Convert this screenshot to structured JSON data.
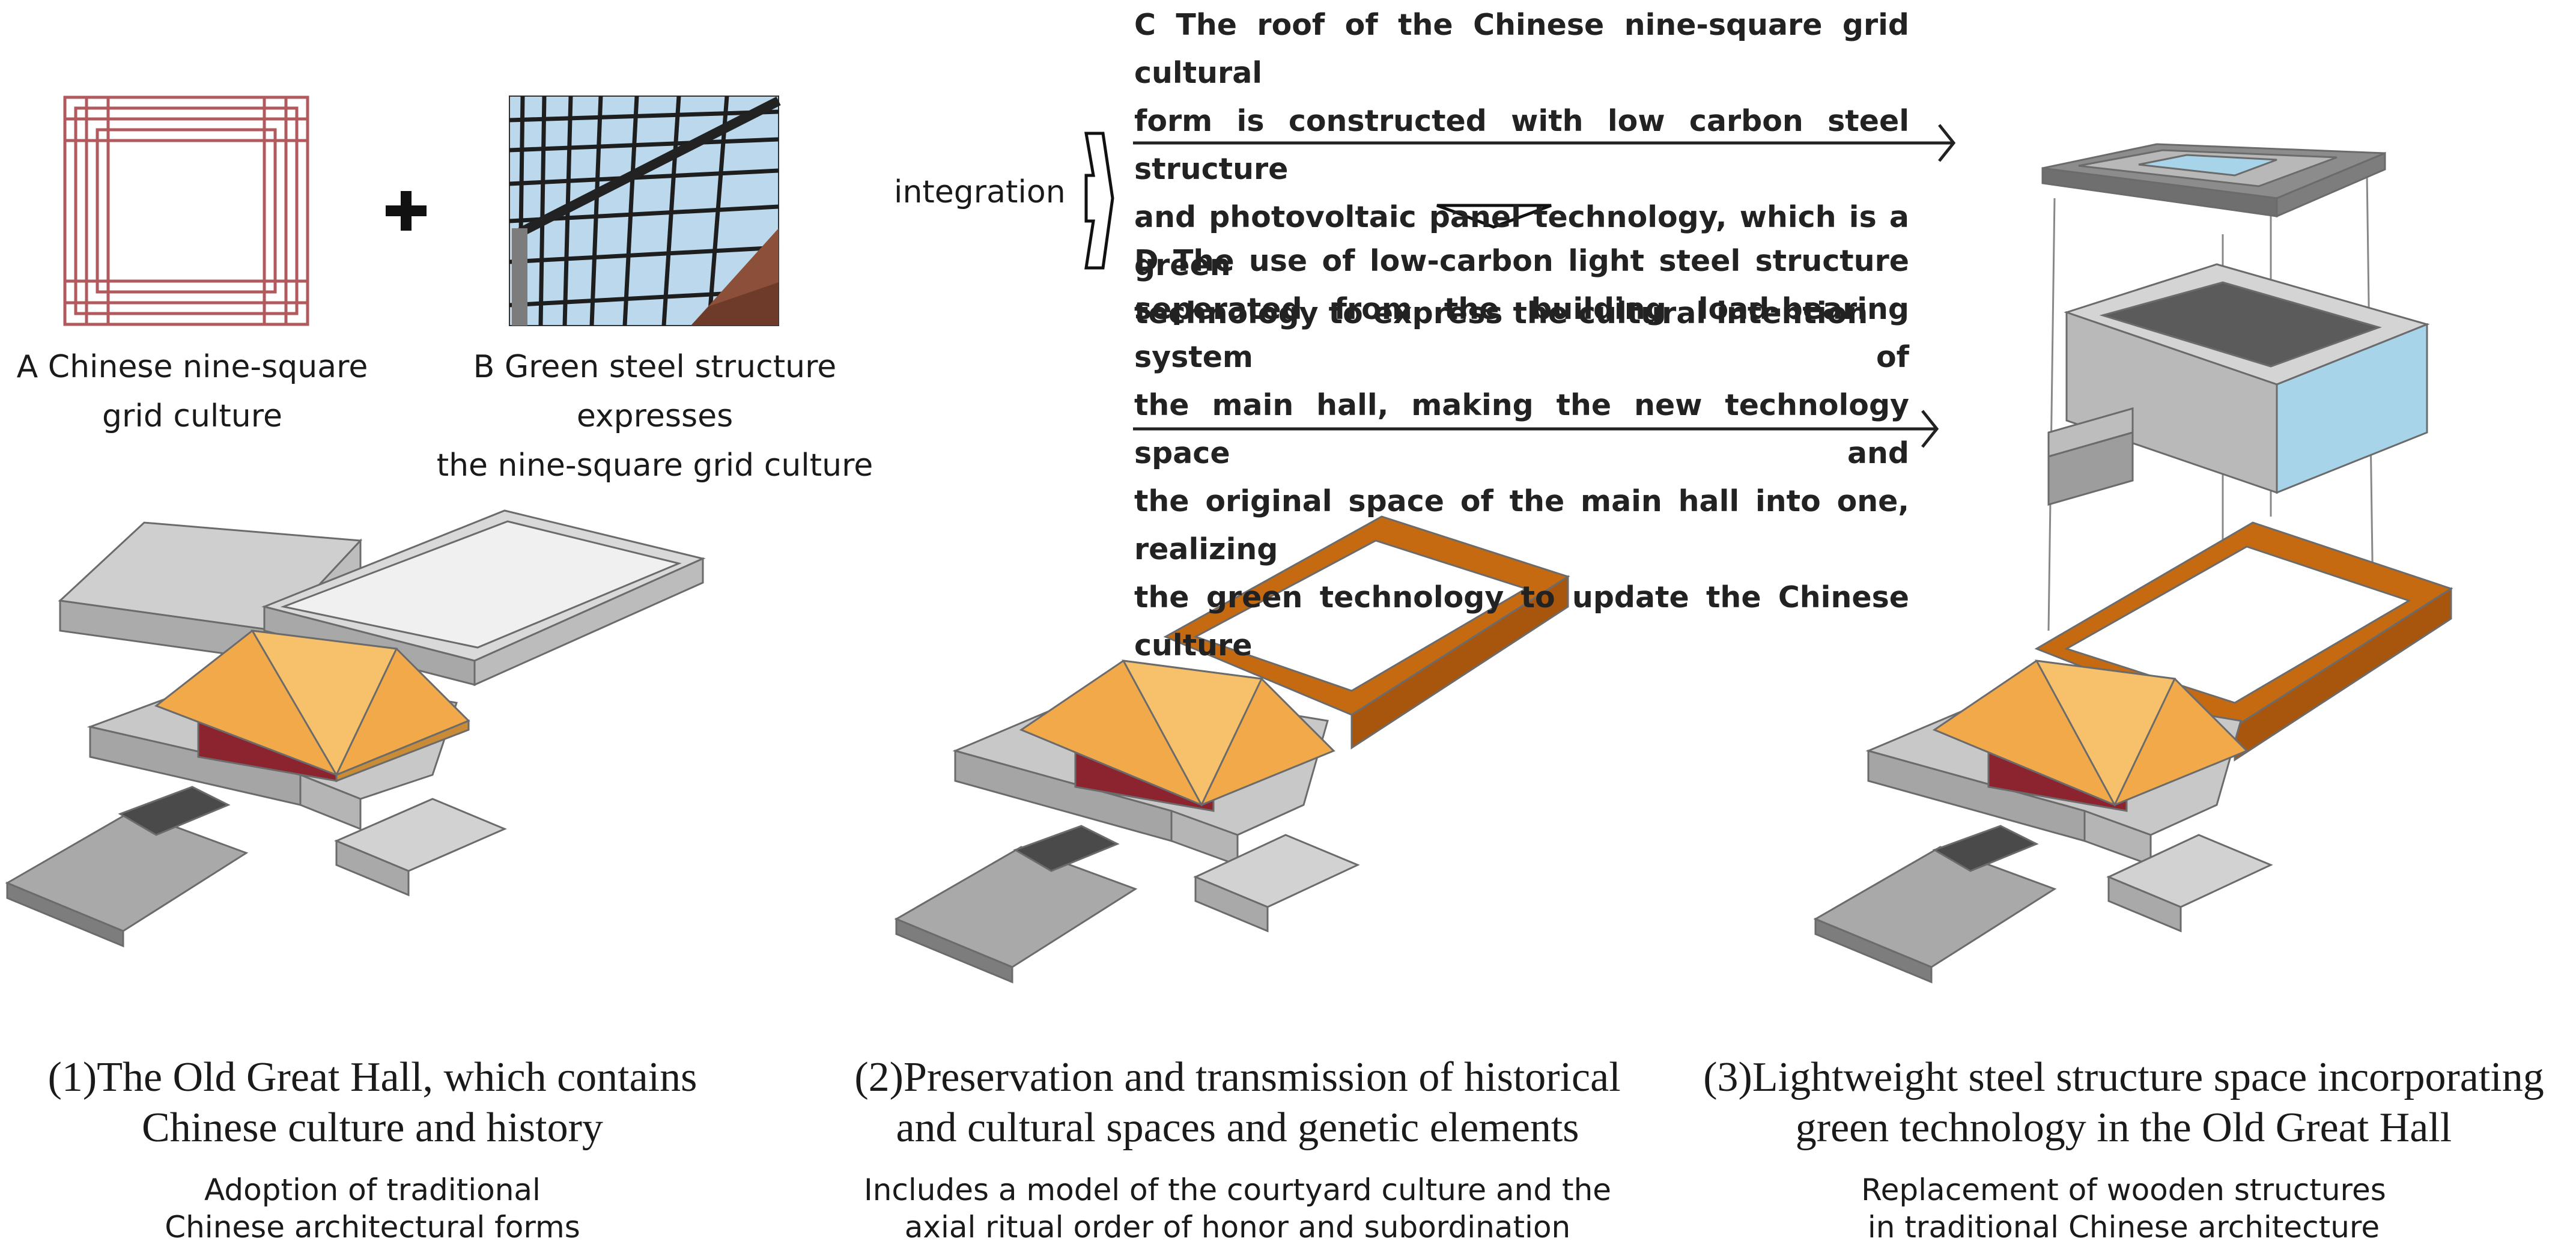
{
  "top": {
    "label_a": [
      "A Chinese nine-square",
      "grid culture"
    ],
    "plus_sign": "+",
    "label_b": [
      "B Green steel structure expresses",
      "the nine-square grid culture"
    ],
    "integration_label": "integration",
    "para_c": [
      "C The roof of the Chinese nine-square grid cultural",
      "form is constructed with low carbon steel structure",
      "and photovoltaic panel technology, which is a green",
      "technology to express the cultural intention"
    ],
    "para_d": [
      "D The use of low-carbon light steel structure",
      "seperated from the building load-bearing system of",
      "the main hall, making the new technology space and",
      "the original space of the main hall into one, realizing",
      "the green technology to update the Chinese culture"
    ]
  },
  "panels": [
    {
      "caption": [
        "(1)The Old Great Hall, which contains",
        "Chinese culture and history"
      ],
      "subcaption": [
        "Adoption of traditional",
        "Chinese architectural forms"
      ]
    },
    {
      "caption": [
        "(2)Preservation and transmission of historical",
        "and cultural spaces and genetic elements"
      ],
      "subcaption": [
        "Includes a model of the courtyard culture and the",
        "axial ritual order of honor and subordination"
      ]
    },
    {
      "caption": [
        "(3)Lightweight steel structure space incorporating",
        "green technology in the Old Great Hall"
      ],
      "subcaption": [
        "Replacement of wooden structures",
        "in traditional Chinese architecture"
      ]
    }
  ],
  "colors": {
    "grid_pattern": "#b2595e",
    "roof_gold": "#f2a94a",
    "steel_frame_brown": "#c66a12",
    "building_grey": "#c8c8c8",
    "glass_blue": "#a8d4ea"
  }
}
